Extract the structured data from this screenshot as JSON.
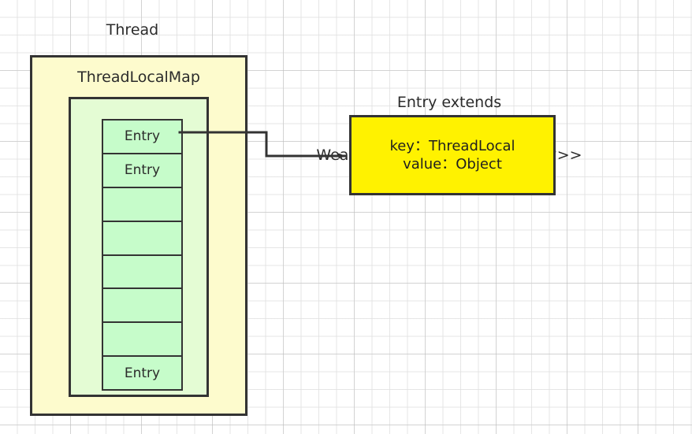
{
  "diagram": {
    "title_thread": "Thread",
    "title_map": "ThreadLocalMap",
    "detail_title_line1": "Entry extends",
    "detail_title_line2": "WeakReference<ThreadLocal<?>>",
    "detail_key": "key：ThreadLocal",
    "detail_value": "value：Object",
    "entries": [
      {
        "label": "Entry"
      },
      {
        "label": "Entry"
      },
      {
        "label": ""
      },
      {
        "label": ""
      },
      {
        "label": ""
      },
      {
        "label": ""
      },
      {
        "label": ""
      },
      {
        "label": "Entry"
      }
    ],
    "colors": {
      "thread_fill": "#fdfbcd",
      "map_fill": "#e4fcd4",
      "entry_fill": "#c6fcca",
      "detail_fill": "#fff200",
      "stroke": "#333333",
      "text": "#2b2b2b",
      "grid_minor": "#e1e1e1",
      "grid_major": "#b4b4b4",
      "background": "#ffffff"
    }
  }
}
